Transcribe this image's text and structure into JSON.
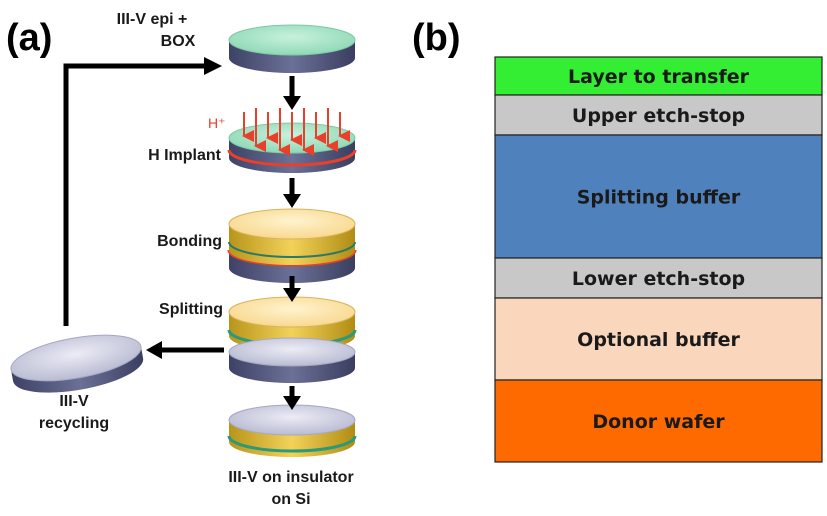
{
  "panel_a": {
    "label": "(a)",
    "steps": {
      "epi_box_line1": "III-V epi +",
      "epi_box_line2": "BOX",
      "h_plus": "H⁺",
      "h_implant": "H Implant",
      "bonding": "Bonding",
      "splitting": "Splitting",
      "recycling_line1": "III-V",
      "recycling_line2": "recycling",
      "final_line1": "III-V on insulator",
      "final_line2": "on Si"
    }
  },
  "panel_b": {
    "label": "(b)",
    "layers": [
      {
        "name": "Layer to transfer",
        "color": "#33ee33"
      },
      {
        "name": "Upper etch-stop",
        "color": "#c8c8c8"
      },
      {
        "name": "Splitting buffer",
        "color": "#4f81bd"
      },
      {
        "name": "Lower etch-stop",
        "color": "#c8c8c8"
      },
      {
        "name": "Optional buffer",
        "color": "#fad6bc"
      },
      {
        "name": "Donor wafer",
        "color": "#ff6a00"
      }
    ]
  },
  "colors": {
    "iii_v_top": "#a6e3c6",
    "wafer_body": "#4a4e72",
    "bond_gold": "#e6c23a",
    "implant_red": "#e8402a",
    "si_top": "#fde2a4"
  }
}
